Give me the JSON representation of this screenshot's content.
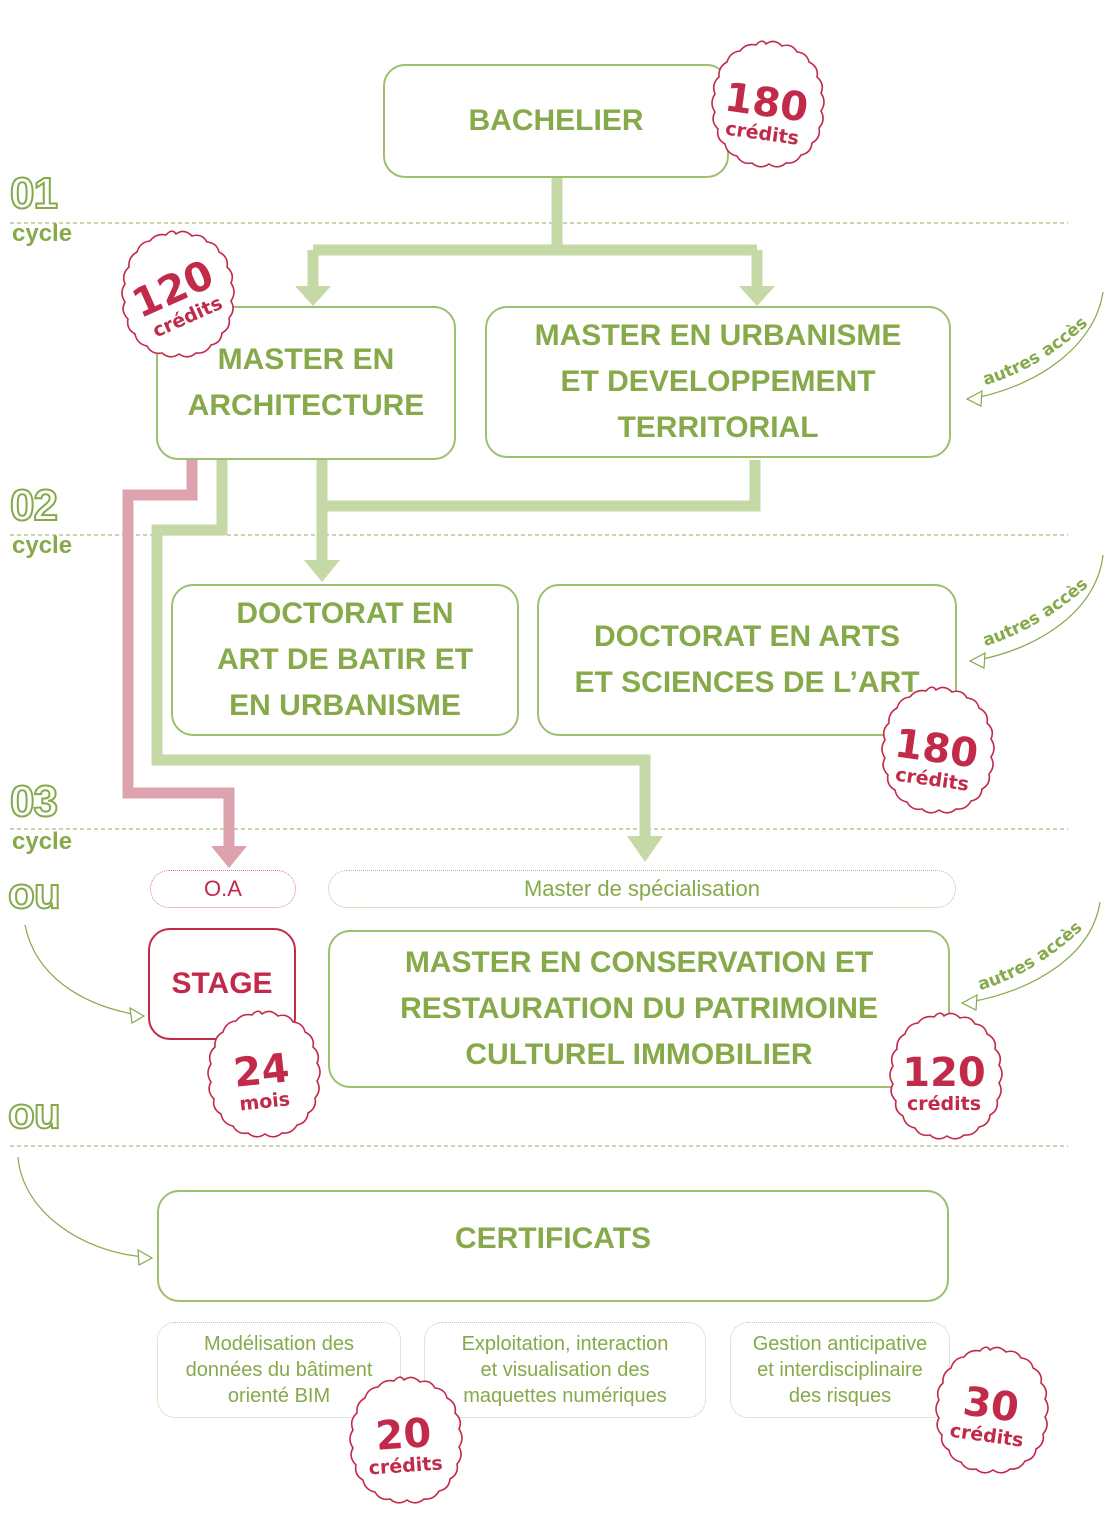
{
  "cycles": [
    {
      "number": "01",
      "label": "cycle"
    },
    {
      "number": "02",
      "label": "cycle"
    },
    {
      "number": "03",
      "label": "cycle"
    }
  ],
  "ou_labels": [
    "ou",
    "ou"
  ],
  "boxes": {
    "bachelier": "BACHELIER",
    "master_archi": [
      "MASTER EN",
      "ARCHITECTURE"
    ],
    "master_urba": [
      "MASTER EN URBANISME",
      "ET DEVELOPPEMENT",
      "TERRITORIAL"
    ],
    "doctorat_batir": [
      "DOCTORAT EN",
      "ART DE BATIR ET",
      "EN URBANISME"
    ],
    "doctorat_arts": [
      "DOCTORAT EN ARTS",
      "ET SCIENCES DE L’ART"
    ],
    "oa": "O.A",
    "master_spec": "Master de spécialisation",
    "stage": "STAGE",
    "master_conservation": [
      "MASTER EN CONSERVATION ET",
      "RESTAURATION DU PATRIMOINE",
      "CULTUREL IMMOBILIER"
    ],
    "certificats": "CERTIFICATS"
  },
  "certificates": [
    [
      "Modélisation des",
      "données du bâtiment",
      "orienté BIM"
    ],
    [
      "Exploitation, interaction",
      "et visualisation des",
      "maquettes numériques"
    ],
    [
      "Gestion anticipative",
      "et interdisciplinaire",
      "des risques"
    ]
  ],
  "autres_acces": "autres accès",
  "seals": [
    {
      "value": "180",
      "unit": "crédits"
    },
    {
      "value": "120",
      "unit": "crédits"
    },
    {
      "value": "180",
      "unit": "crédits"
    },
    {
      "value": "24",
      "unit": "mois"
    },
    {
      "value": "120",
      "unit": "crédits"
    },
    {
      "value": "20",
      "unit": "crédits"
    },
    {
      "value": "30",
      "unit": "crédits"
    }
  ],
  "colors": {
    "green": "#86a94a",
    "green_light": "#c5d9a6",
    "red": "#c22a4a",
    "pink": "#dca2ad"
  }
}
